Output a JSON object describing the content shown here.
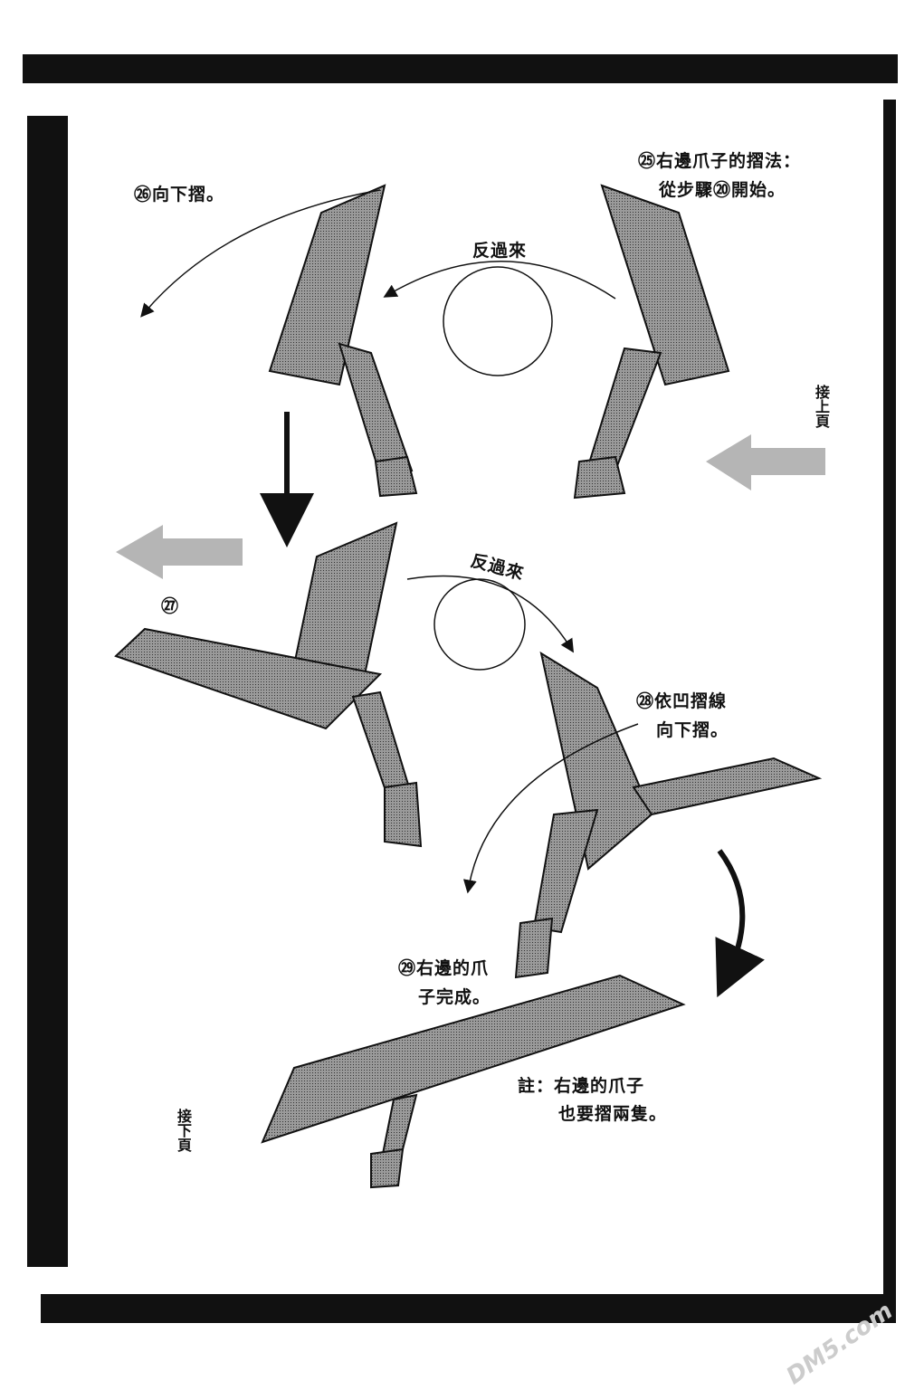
{
  "colors": {
    "paper": "#8a8a8a",
    "ink": "#111111",
    "arrow_gray": "#b5b5b5"
  },
  "steps": {
    "step25": {
      "line1": "㉕右邊爪子的摺法：",
      "line2": "從步驟⑳開始。"
    },
    "step26": {
      "text": "㉖向下摺。"
    },
    "step27": {
      "text": "㉗"
    },
    "step28": {
      "line1": "㉘依凹摺線",
      "line2": "向下摺。"
    },
    "step29": {
      "line1": "㉙右邊的爪",
      "line2": "子完成。"
    }
  },
  "turn_over_1": "反過來",
  "turn_over_2": "反過來",
  "continued_from": "接上頁",
  "continued_next": "接下頁",
  "note": {
    "line1": "註：右邊的爪子",
    "line2": "也要摺兩隻。"
  },
  "watermark": "DM5.com"
}
